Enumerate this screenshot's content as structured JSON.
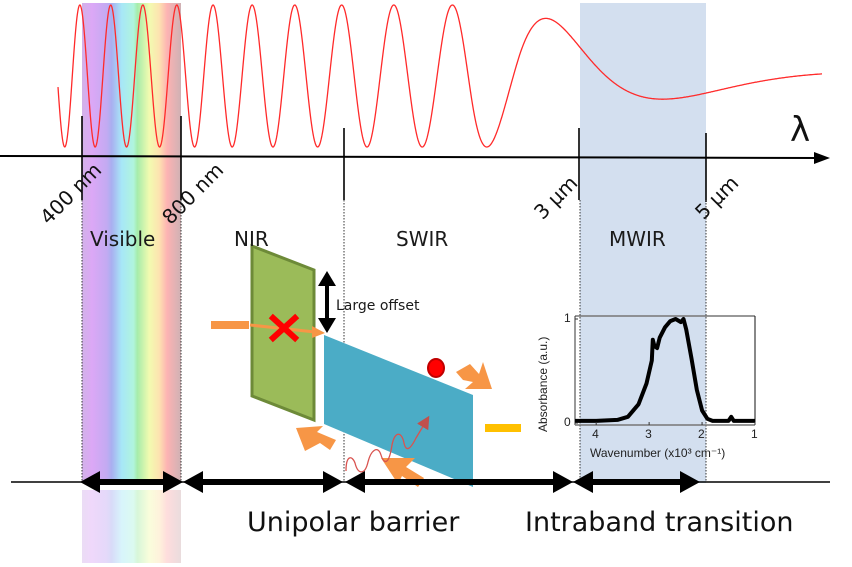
{
  "diagram": {
    "axis_symbol": "λ",
    "wavelength_ticks": [
      {
        "label": "400 nm"
      },
      {
        "label": "800 nm"
      },
      {
        "label": "3 µm"
      },
      {
        "label": "5 µm"
      }
    ],
    "regions": [
      {
        "label": "Visible"
      },
      {
        "label": "NIR"
      },
      {
        "label": "SWIR"
      },
      {
        "label": "MWIR"
      }
    ],
    "mechanisms": [
      {
        "label": "Unipolar barrier"
      },
      {
        "label": "Intraband transition"
      }
    ],
    "barrier_annotation": "Large offset",
    "colors": {
      "wave": "#ff2a2a",
      "mwir_band": "#d3dfef",
      "barrier_green": "#9bbb59",
      "barrier_green_edge": "#6d8a38",
      "well_blue": "#4bacc6",
      "arrow_orange": "#f79646",
      "blocked_x": "#ff0000",
      "electron": "#e00000",
      "minus_bar": "#ffc000",
      "photon": "#d9534f"
    }
  },
  "chart_data": {
    "type": "line",
    "title": "",
    "xlabel": "Wavenumber (x10³ cm⁻¹)",
    "ylabel": "Absorbance (a.u.)",
    "xlim": [
      4.4,
      1.0
    ],
    "ylim": [
      0,
      1
    ],
    "x_reversed": true,
    "xticks": [
      "4",
      "3",
      "2",
      "1"
    ],
    "yticks": [
      "0",
      "1"
    ],
    "grid": false,
    "series": [
      {
        "name": "absorbance",
        "x": [
          4.4,
          4.0,
          3.6,
          3.4,
          3.2,
          3.05,
          2.95,
          2.93,
          2.9,
          2.85,
          2.8,
          2.7,
          2.6,
          2.5,
          2.4,
          2.35,
          2.3,
          2.2,
          2.1,
          2.0,
          1.9,
          1.8,
          1.6,
          1.5,
          1.45,
          1.4,
          1.2,
          1.0
        ],
        "y": [
          0.02,
          0.02,
          0.03,
          0.06,
          0.18,
          0.38,
          0.6,
          0.8,
          0.74,
          0.72,
          0.82,
          0.92,
          0.98,
          1.0,
          0.97,
          1.0,
          0.9,
          0.62,
          0.32,
          0.12,
          0.04,
          0.02,
          0.02,
          0.02,
          0.06,
          0.02,
          0.02,
          0.02
        ]
      }
    ]
  }
}
